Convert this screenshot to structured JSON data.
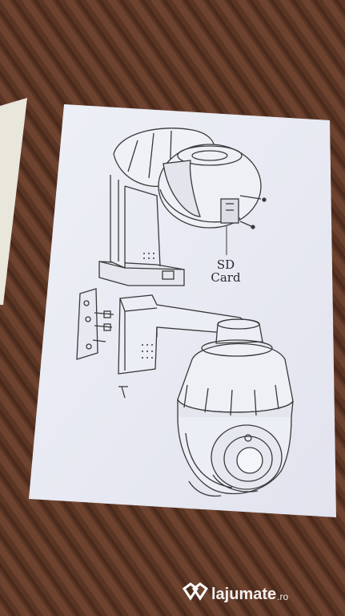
{
  "diagram": {
    "label_line1": "SD",
    "label_line2": "Card"
  },
  "watermark": {
    "brand": "lajumate",
    "tld": ".ro"
  },
  "colors": {
    "carpet": "#5a3424",
    "paper": "#f1f1f6",
    "ink": "#3a3a3a",
    "watermark": "#ffffff"
  }
}
